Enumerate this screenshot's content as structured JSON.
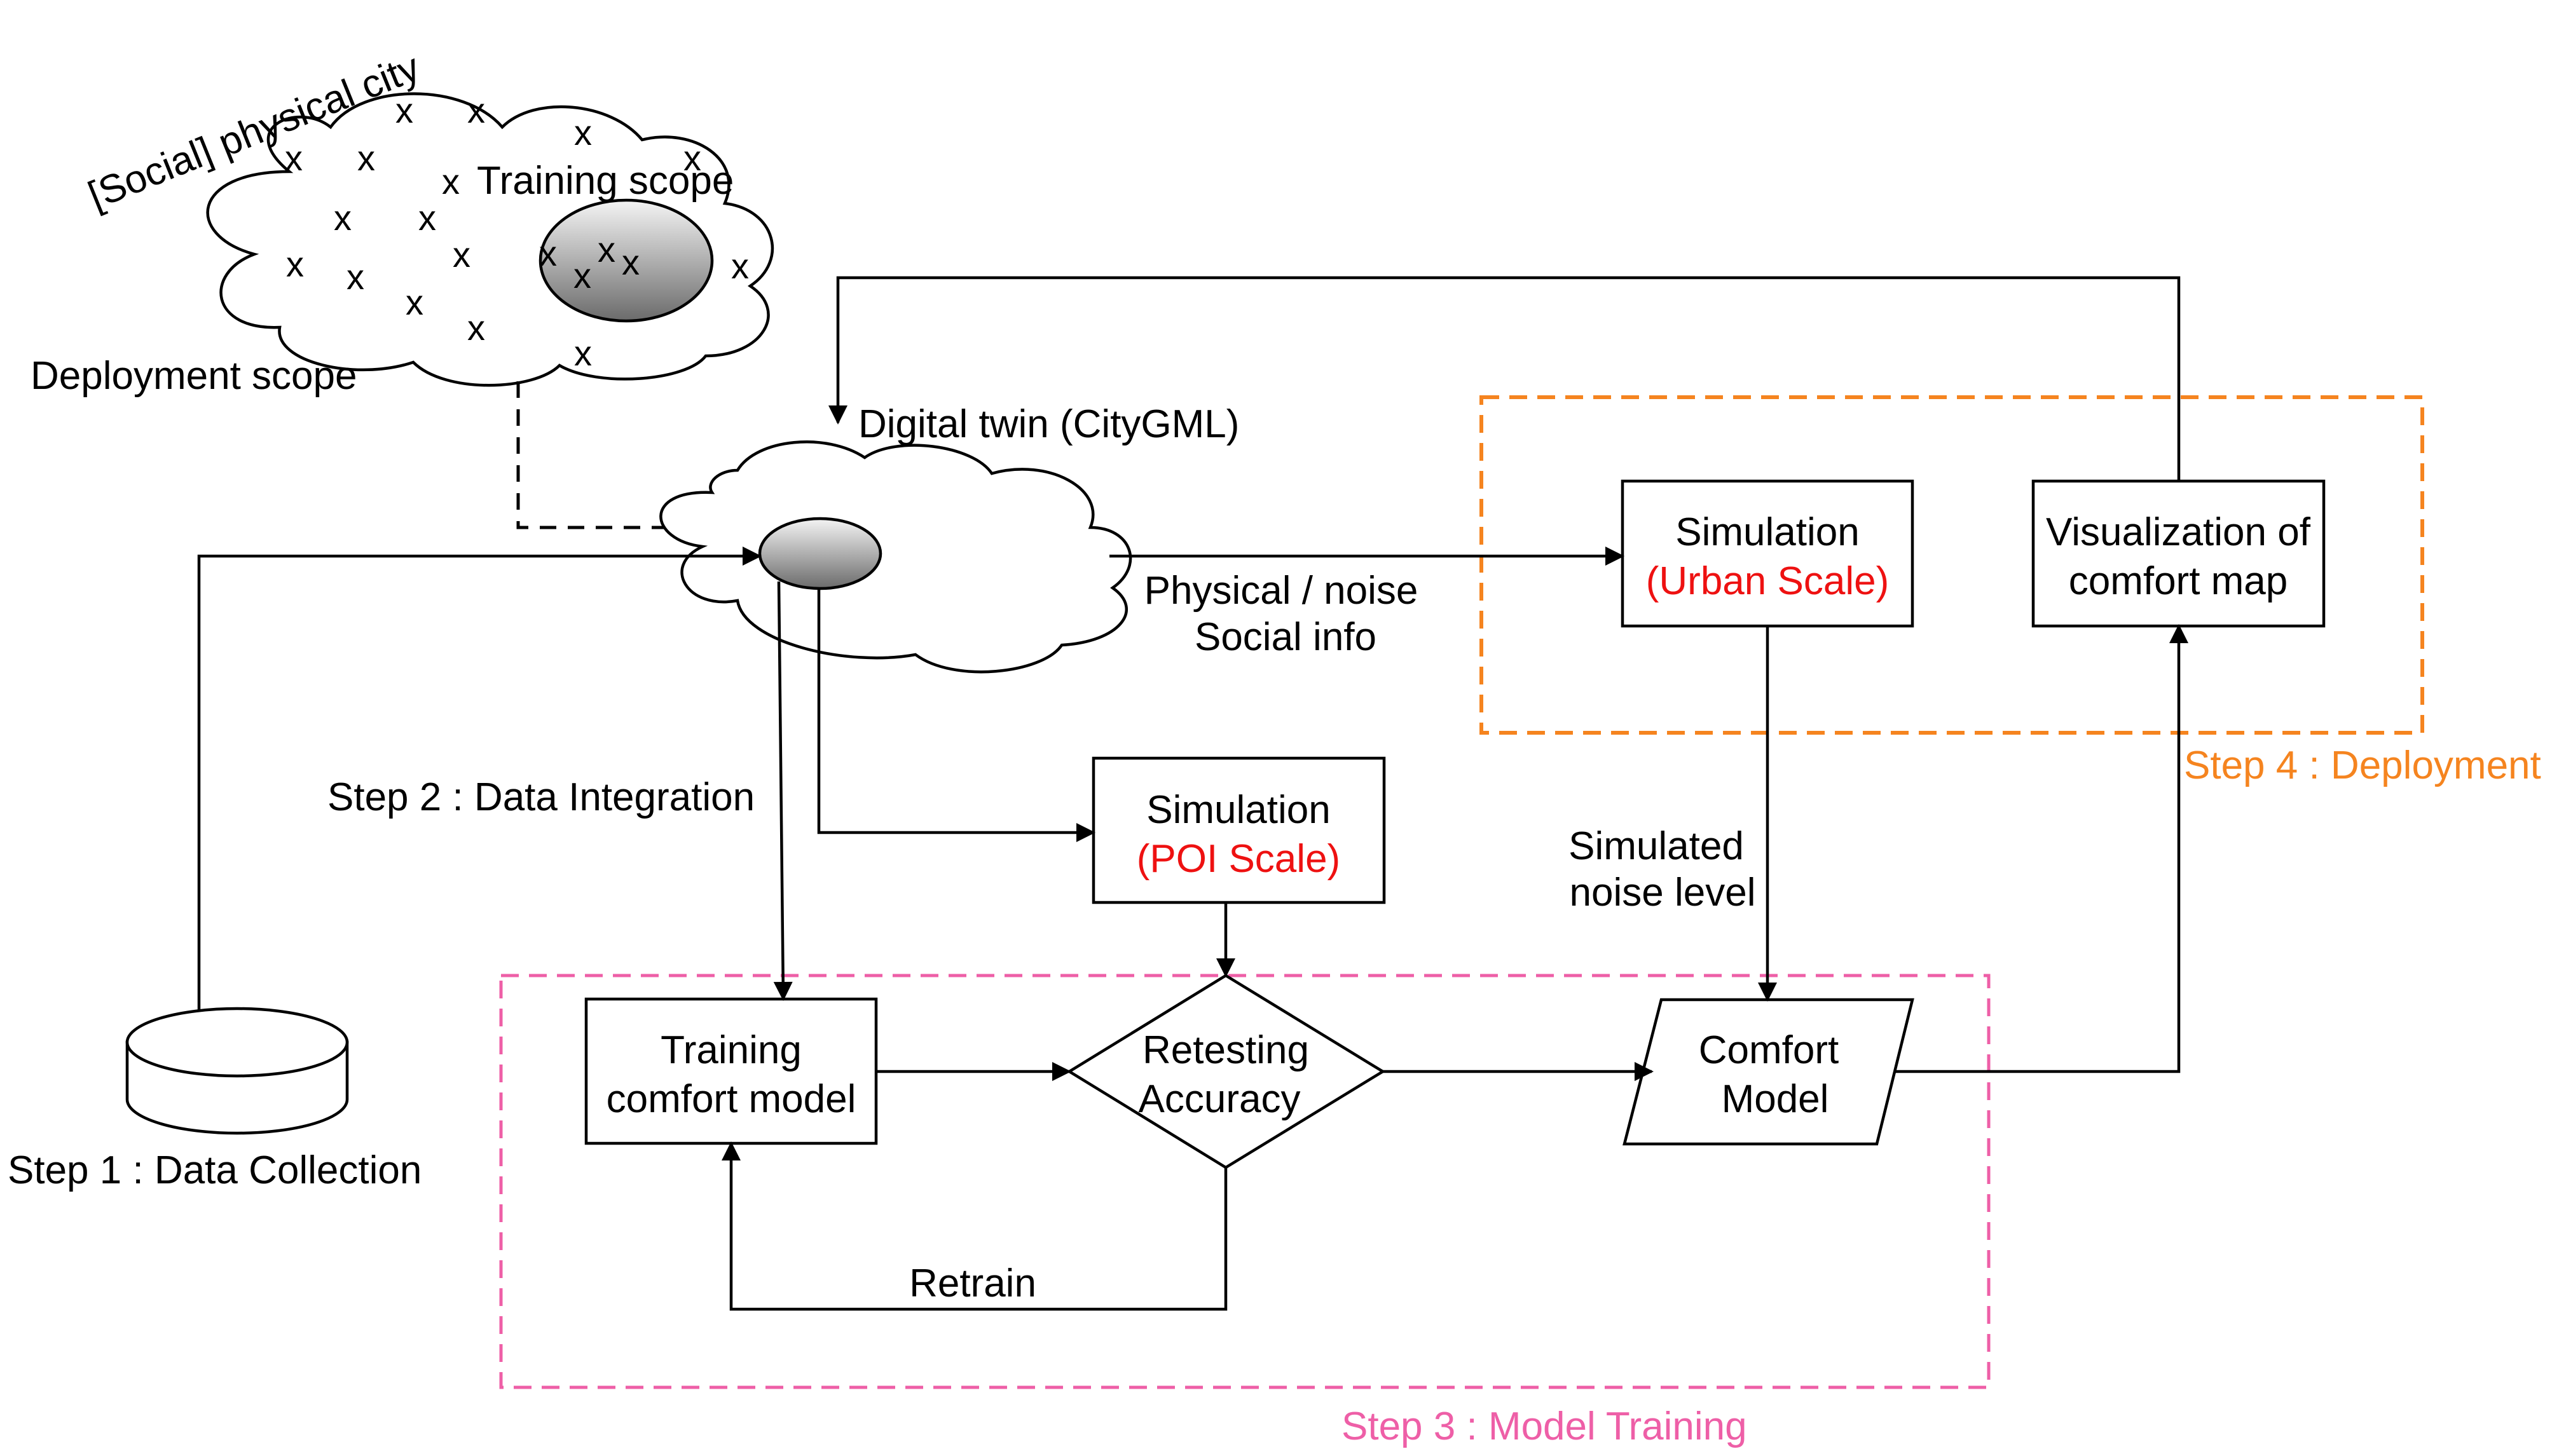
{
  "city": {
    "title": "[Social] physical city",
    "training_scope": "Training scope",
    "deployment_scope": "Deployment scope",
    "sample_mark": "x"
  },
  "digital_twin": {
    "label": "Digital twin (CityGML)"
  },
  "info": {
    "line1": "Physical / noise",
    "line2": "Social info"
  },
  "sim_urban": {
    "line1": "Simulation",
    "line2": "(Urban Scale)"
  },
  "visualization": {
    "line1": "Visualization of",
    "line2": "comfort map"
  },
  "sim_poi": {
    "line1": "Simulation",
    "line2": "(POI Scale)"
  },
  "simulated_noise": {
    "line1": "Simulated",
    "line2": "noise level"
  },
  "training_model": {
    "line1": "Training",
    "line2": "comfort model"
  },
  "retesting": {
    "line1": "Retesting",
    "line2": "Accuracy"
  },
  "comfort_model": {
    "line1": "Comfort",
    "line2": "Model"
  },
  "retrain": "Retrain",
  "steps": {
    "step1": "Step 1 : Data Collection",
    "step2": "Step 2 : Data Integration",
    "step3": "Step 3 : Model Training",
    "step4": "Step 4 : Deployment"
  },
  "colors": {
    "highlight_red": "#ee1111",
    "step3_pink": "#ee5fa7",
    "step4_orange": "#f5841f"
  }
}
